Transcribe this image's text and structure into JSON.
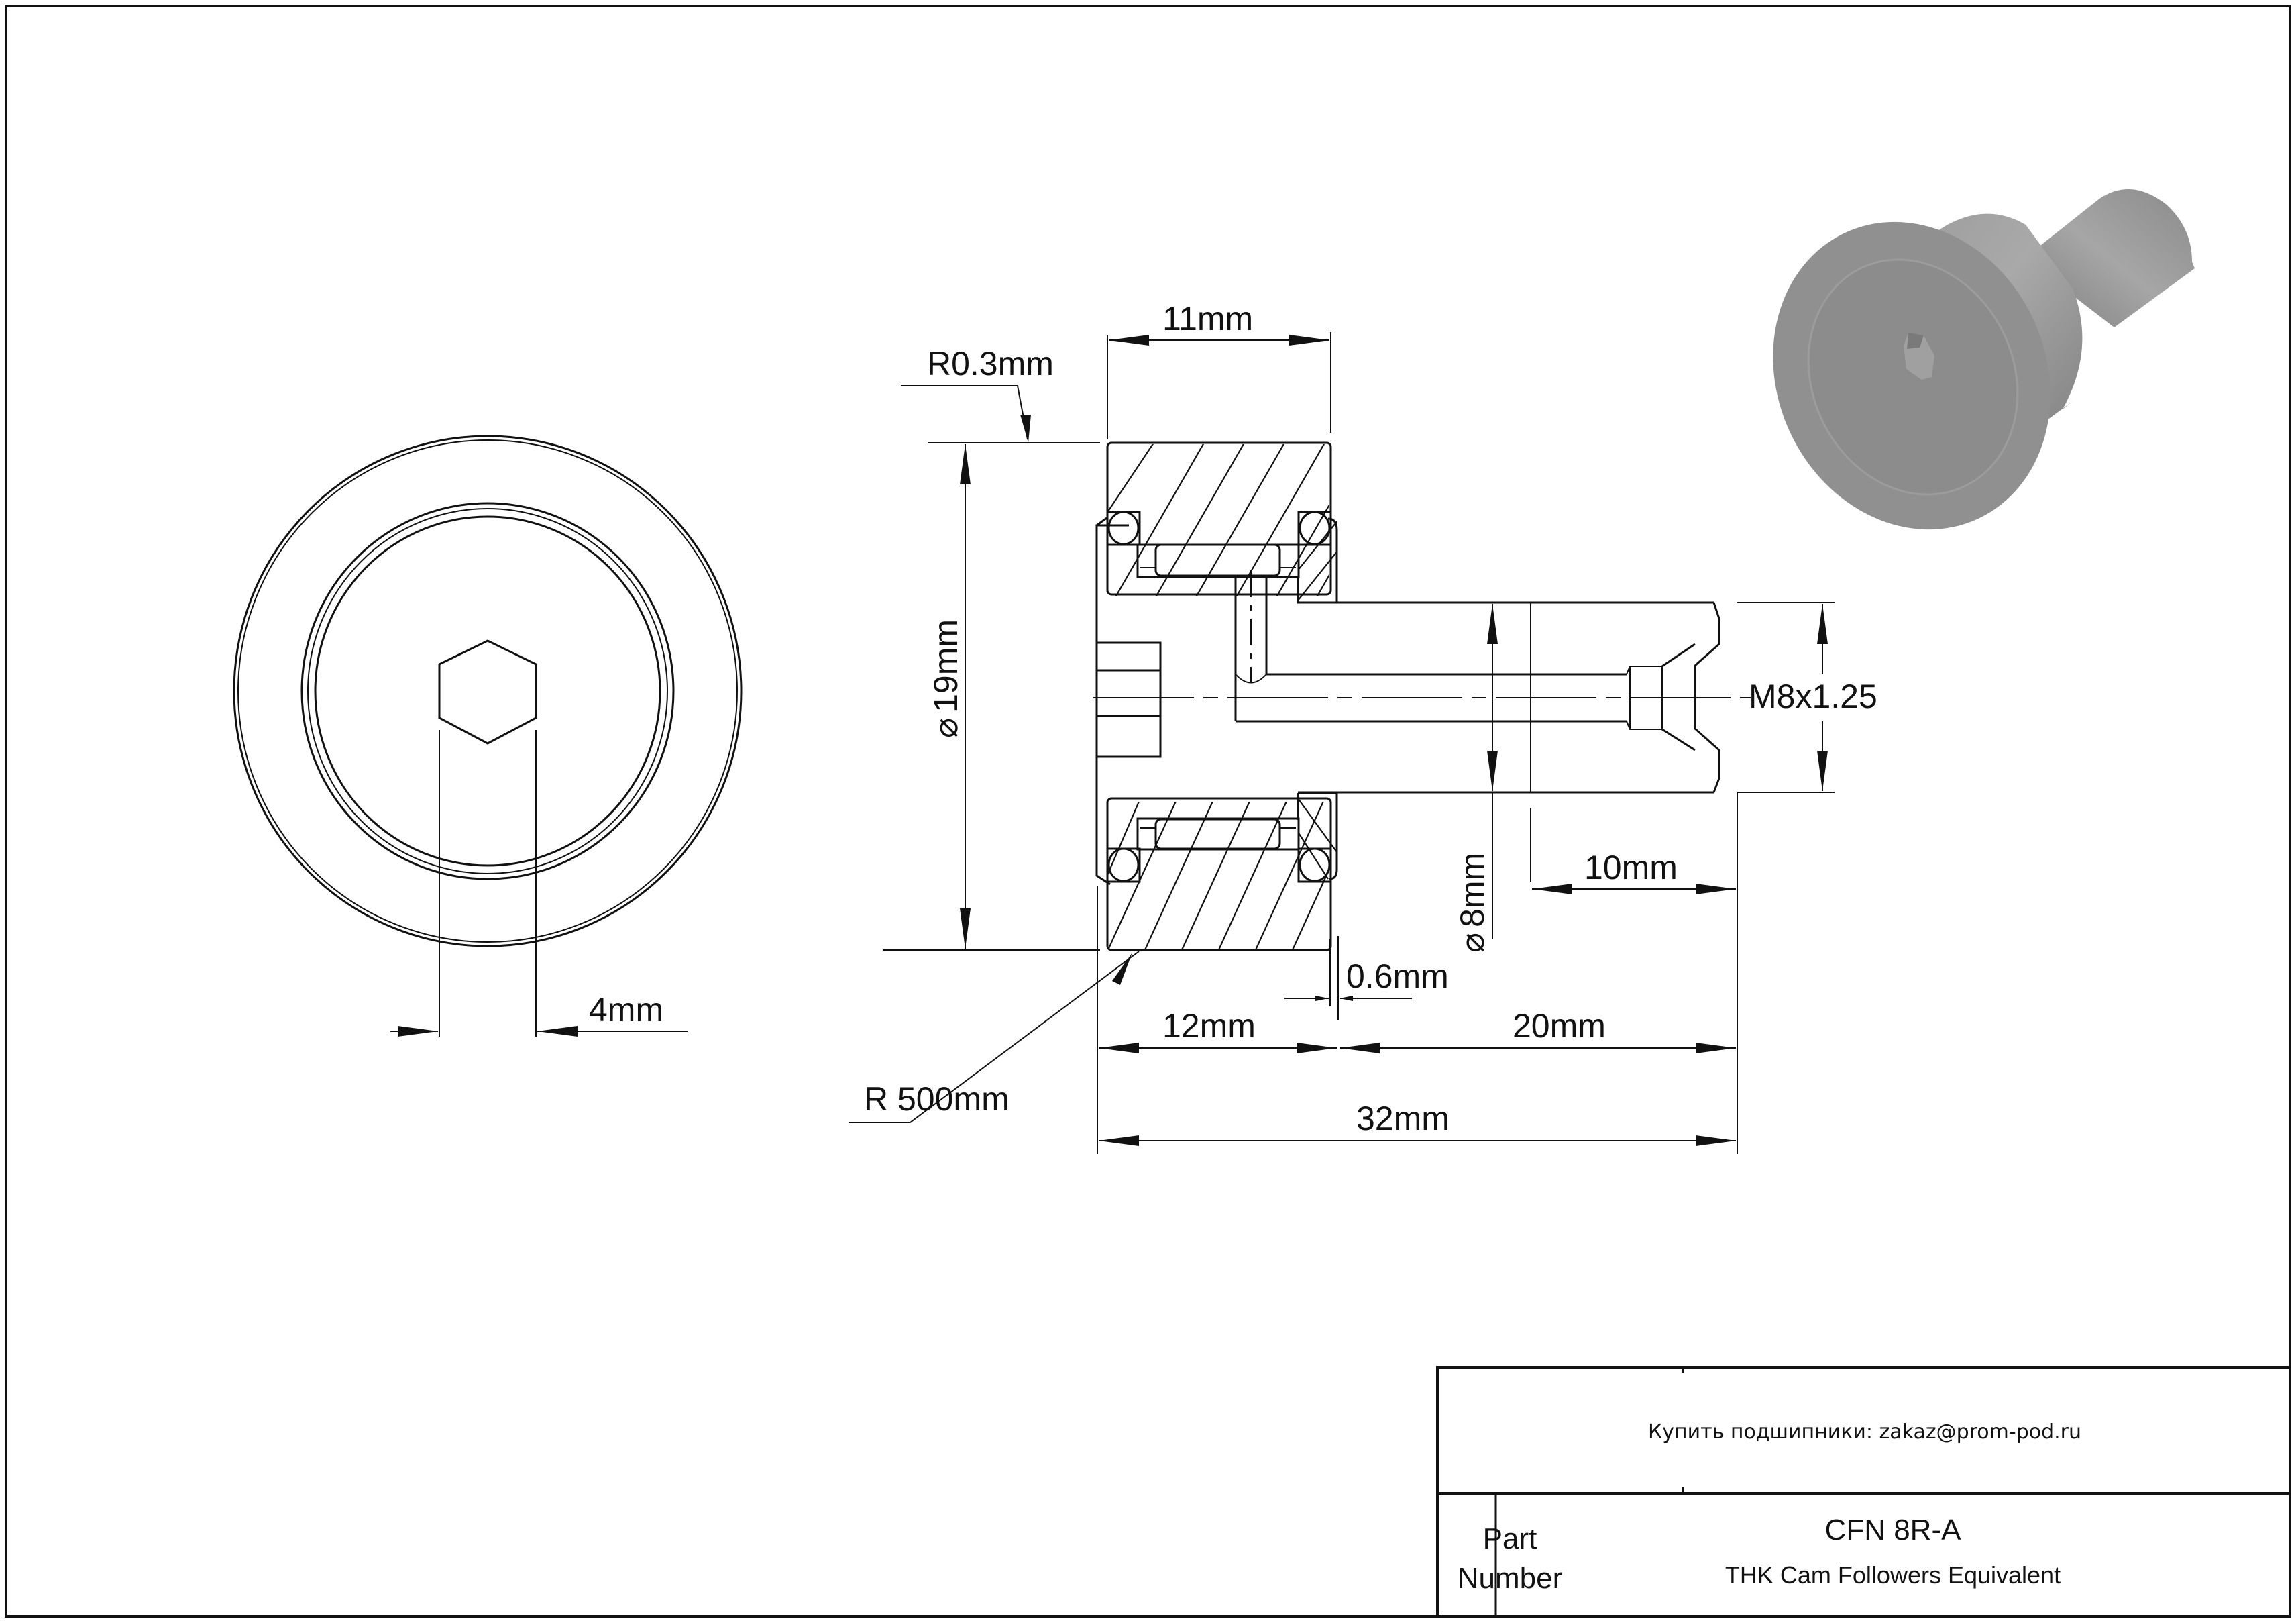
{
  "drawing": {
    "part_number": "CFN 8R-A",
    "description": "THK Cam Followers Equivalent",
    "purchase_note": "Купить подшипники: zakaz@prom-pod.ru",
    "part_label_line1": "Part",
    "part_label_line2": "Number"
  },
  "dimensions": {
    "hex_socket": "4mm",
    "outer_diameter": "19mm",
    "outer_diameter_symbol": "⌀",
    "stud_diameter": "8mm",
    "stud_diameter_symbol": "⌀",
    "roller_width": "11mm",
    "corner_radius": "R0.3mm",
    "crown_radius": "R 500mm",
    "thread": "M8x1.25",
    "thread_length": "10mm",
    "flange_offset": "0.6mm",
    "head_length": "12mm",
    "stud_length": "20mm",
    "overall_length": "32mm"
  },
  "colors": {
    "line": "#111111",
    "render_light": "#a8a8a8",
    "render_mid": "#8e8e8e",
    "render_dark": "#767676"
  }
}
